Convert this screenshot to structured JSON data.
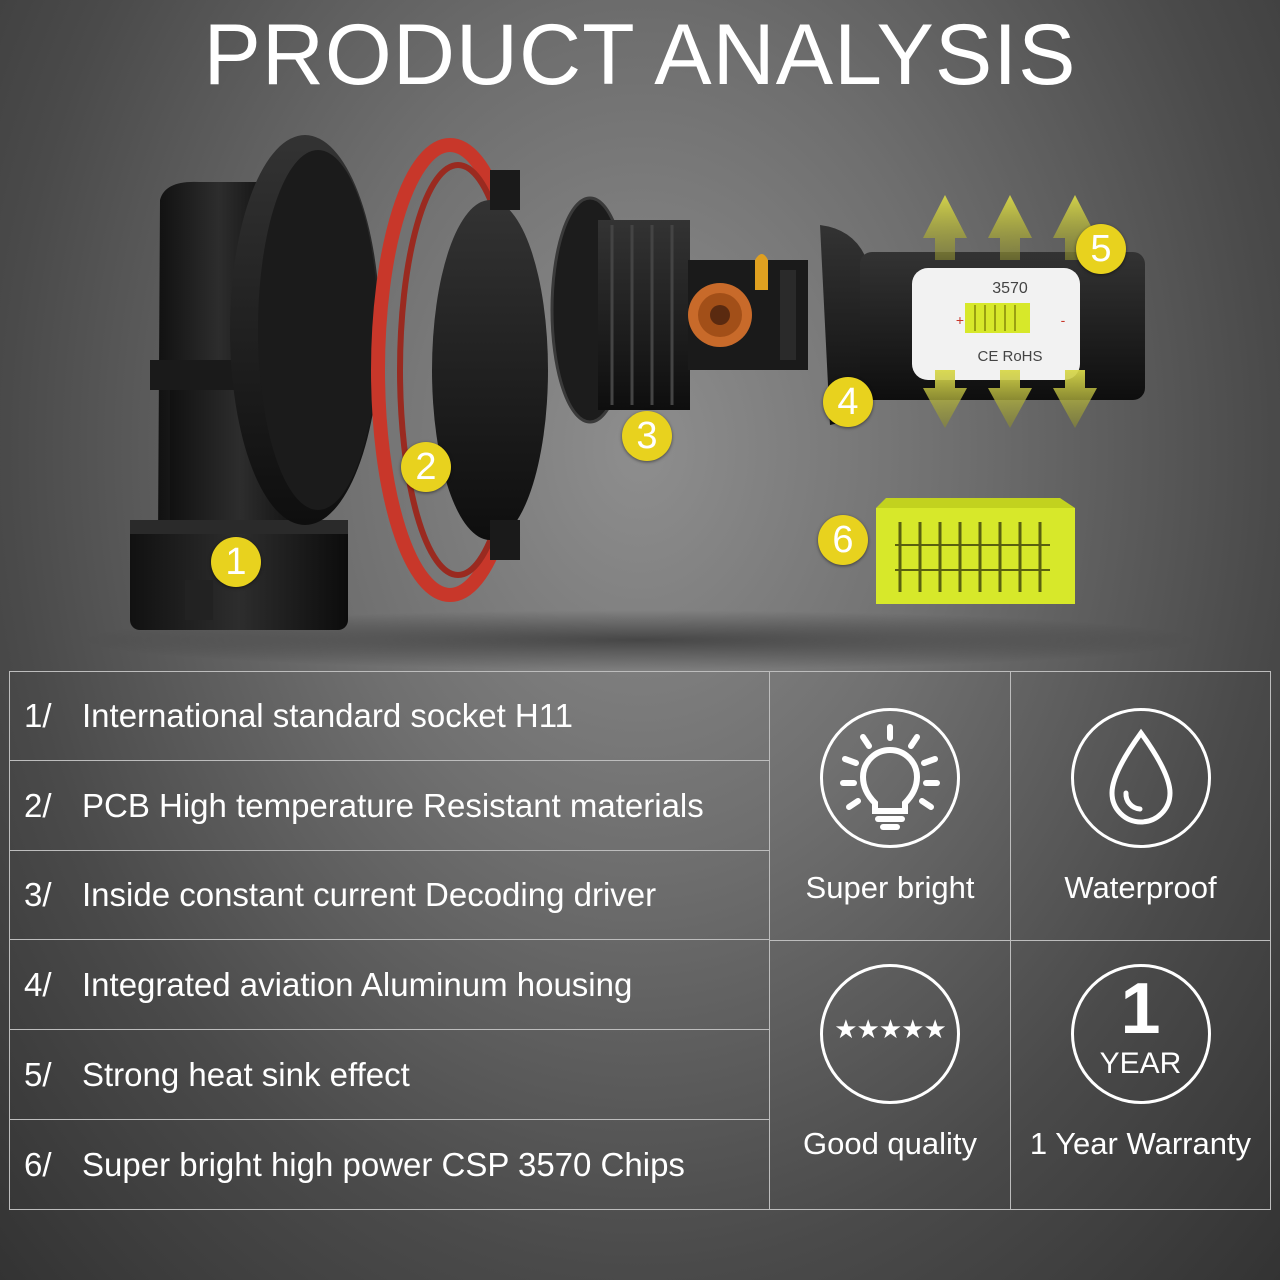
{
  "header": {
    "title": "PRODUCT ANALYSIS"
  },
  "illustration": {
    "callouts": [
      "1",
      "2",
      "3",
      "4",
      "5",
      "6"
    ],
    "chip_label": "3570",
    "chip_marks": "CE RoHS",
    "chip_plus": "+",
    "chip_minus": "-"
  },
  "features": [
    {
      "num": "1/",
      "text": "International standard socket H11"
    },
    {
      "num": "2/",
      "text": "PCB High temperature Resistant materials"
    },
    {
      "num": "3/",
      "text": "Inside constant current Decoding driver"
    },
    {
      "num": "4/",
      "text": "Integrated aviation Aluminum housing"
    },
    {
      "num": "5/",
      "text": "Strong heat sink effect"
    },
    {
      "num": "6/",
      "text": "Super bright high power CSP 3570 Chips"
    }
  ],
  "badges": [
    {
      "icon": "lightbulb-icon",
      "label": "Super bright"
    },
    {
      "icon": "water-drop-icon",
      "label": "Waterproof"
    },
    {
      "icon": "five-stars-icon",
      "label": "Good quality",
      "stars": "★★★★★"
    },
    {
      "icon": "one-year-icon",
      "label": "1 Year Warranty",
      "number": "1",
      "unit": "YEAR"
    }
  ],
  "colors": {
    "accent": "#e8d21e",
    "chip": "#d7e82a",
    "seal": "#c8372a"
  }
}
